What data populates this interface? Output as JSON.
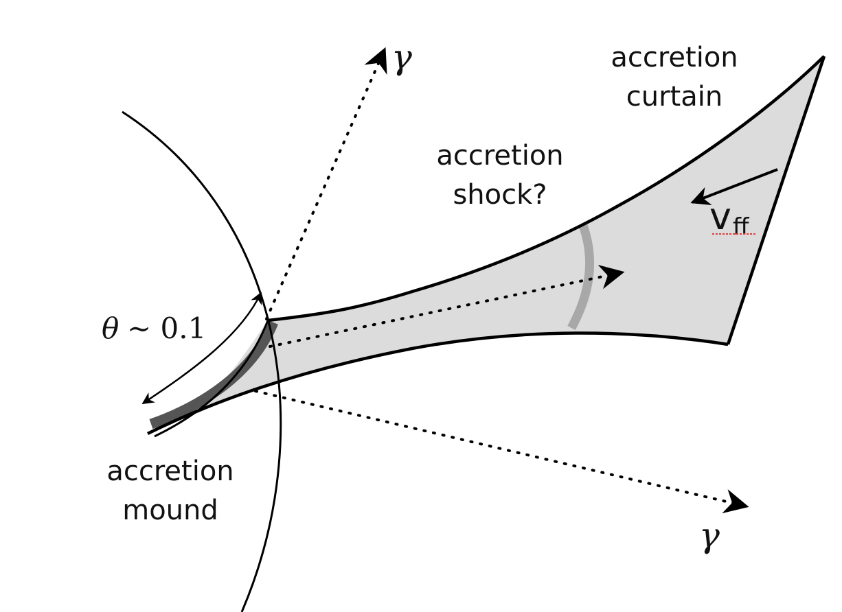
{
  "labels": {
    "accretion_curtain_line1": "accretion",
    "accretion_curtain_line2": "curtain",
    "accretion_shock_line1": "accretion",
    "accretion_shock_line2": "shock?",
    "accretion_mound_line1": "accretion",
    "accretion_mound_line2": "mound",
    "theta_symbol": "θ",
    "theta_relation": "∼ 0.1",
    "gamma_top": "γ",
    "gamma_bottom": "γ",
    "velocity_main": "v",
    "velocity_sub": "ff"
  },
  "colors": {
    "curtain_fill": "#dcdcdc",
    "outline": "#000000",
    "mound": "#555555",
    "shock_band": "#a8a8a8",
    "spellcheck_underline": "#e03c3c"
  }
}
